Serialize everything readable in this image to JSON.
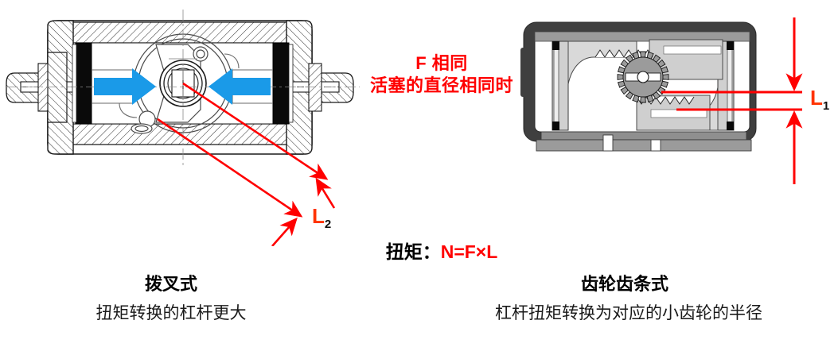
{
  "figure": {
    "kind": "engineering-comparison-diagram",
    "subject": "pneumatic valve actuator torque comparison"
  },
  "center_note": {
    "line1": "F 相同",
    "line2": "活塞的直径相同时",
    "color": "#ff0000"
  },
  "formula": {
    "label": "扭矩：",
    "expression": "N=F×L",
    "label_color": "#000000",
    "expression_color": "#ff0000"
  },
  "left_panel": {
    "title": "拨叉式",
    "subtitle": "扭矩转换的杠杆更大",
    "lever_label": "L",
    "lever_subscript": "2",
    "arrow_color": "#1a9ae8",
    "dimension_color": "#ff0000"
  },
  "right_panel": {
    "title": "齿轮齿条式",
    "subtitle": "杠杆扭矩转换为对应的小齿轮的半径",
    "lever_label": "L",
    "lever_subscript": "1",
    "dimension_color": "#ff0000"
  },
  "palette": {
    "red": "#ff0000",
    "blue": "#1a9ae8",
    "body_dark": "#3f3f3f",
    "body_mid": "#9b9b9b",
    "body_light": "#d0d0d0",
    "body_pale": "#e6e6e6",
    "black": "#000000",
    "line": "#1a1a1a"
  }
}
